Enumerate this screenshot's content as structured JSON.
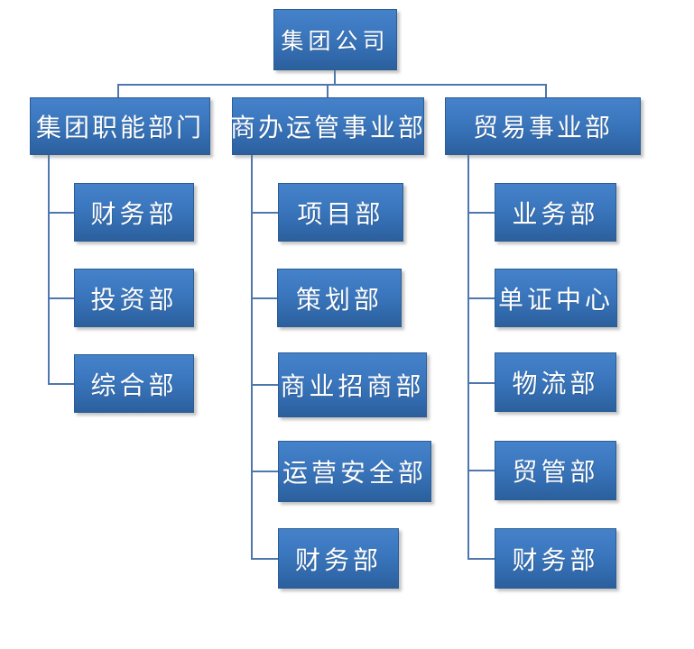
{
  "diagram": {
    "type": "org-chart",
    "root": {
      "label": "集团公司"
    },
    "branches": [
      {
        "label": "集团职能部门",
        "children": [
          {
            "label": "财务部"
          },
          {
            "label": "投资部"
          },
          {
            "label": "综合部"
          }
        ]
      },
      {
        "label": "商办运管事业部",
        "children": [
          {
            "label": "项目部"
          },
          {
            "label": "策划部"
          },
          {
            "label": "商业招商部"
          },
          {
            "label": "运营安全部"
          },
          {
            "label": "财务部"
          }
        ]
      },
      {
        "label": "贸易事业部",
        "children": [
          {
            "label": "业务部"
          },
          {
            "label": "单证中心"
          },
          {
            "label": "物流部"
          },
          {
            "label": "贸管部"
          },
          {
            "label": "财务部"
          }
        ]
      }
    ],
    "colors": {
      "box_fill_top": "#4582c9",
      "box_fill_bottom": "#2c5f9c",
      "box_border": "#2b5c95",
      "connector": "#4e77ad",
      "text": "#ffffff",
      "background": "#ffffff"
    }
  }
}
